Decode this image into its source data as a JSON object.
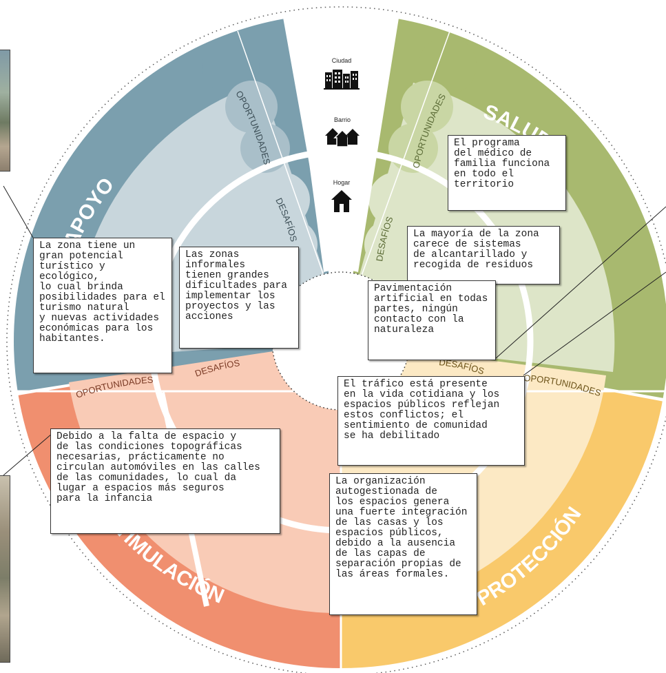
{
  "colors": {
    "apoyo_dark": "#7b9fae",
    "apoyo_mid": "#a9bfc9",
    "apoyo_light": "#c8d6dc",
    "salud_dark": "#a8b96f",
    "salud_mid": "#c9d6a4",
    "salud_light": "#dde5c8",
    "estimulacion_dark": "#f08f6f",
    "estimulacion_mid": "#f6b69b",
    "estimulacion_light": "#f9cbb6",
    "proteccion_dark": "#f9c96b",
    "proteccion_mid": "#fbdc9e",
    "proteccion_light": "#fce9c4"
  },
  "sectors": {
    "apoyo": "APOYO",
    "salud": "SALUD",
    "estimulacion": "ESTIMULACIÓN",
    "proteccion": "PROTECCIÓN"
  },
  "rings": {
    "oportunidades": "OPORTUNIDADES",
    "desafios": "DESAFÍOS"
  },
  "scales": [
    {
      "label": "Ciudad",
      "icon": "city-icon"
    },
    {
      "label": "Barrio",
      "icon": "houses-icon"
    },
    {
      "label": "Hogar",
      "icon": "home-icon"
    }
  ],
  "notes": {
    "salud_oportunidad": "El programa\ndel médico de\nfamilia funciona\nen todo el\nterritorio",
    "salud_desafio_1": "La mayoría de la zona\ncarece de sistemas\nde alcantarillado y\nrecogida de residuos",
    "salud_desafio_2": "Pavimentación\nartificial en todas\npartes, ningún\ncontacto con la\nnaturaleza",
    "apoyo_oportunidad": "La zona tiene un\ngran potencial\nturístico y ecológico,\nlo cual brinda\nposibilidades para el\nturismo natural\ny nuevas actividades\neconómicas para los\nhabitantes.",
    "apoyo_desafio": "Las zonas\ninformales\ntienen grandes\ndificultades para\nimplementar los\nproyectos y las\nacciones",
    "proteccion_desafio": "El tráfico está presente\nen la vida cotidiana y los\nespacios públicos reflejan\nestos conflictos; el\nsentimiento de comunidad\nse ha debilitado",
    "estimulacion_oportunidad": "Debido a la falta de espacio y\nde las condiciones topográficas\nnecesarias, prácticamente no\ncirculan automóviles en las calles\nde las comunidades, lo cual da\nlugar a espacios más seguros\npara la infancia",
    "proteccion_oportunidad": "La organización\nautogestionada de\nlos espacios genera\nuna fuerte integración\nde las casas y los\nespacios públicos,\ndebido a la ausencia\nde las capas de\nseparación propias de\nlas áreas formales."
  }
}
